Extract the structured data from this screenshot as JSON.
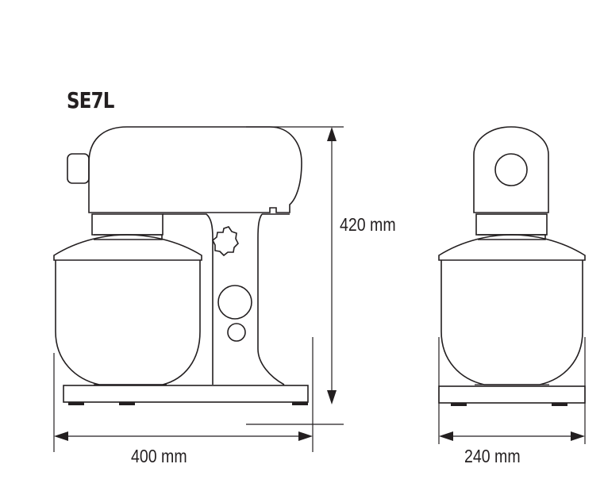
{
  "model": "SE7L",
  "dimensions": {
    "height": "420 mm",
    "width": "400 mm",
    "depth": "240 mm"
  }
}
